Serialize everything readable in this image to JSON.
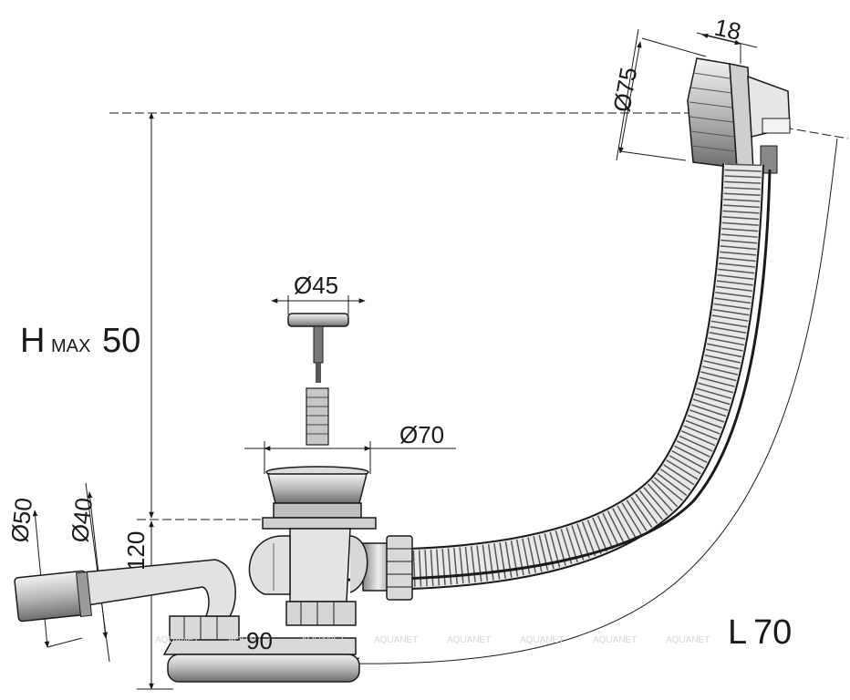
{
  "dimensions": {
    "d75": "Ø75",
    "w18": "18",
    "d45": "Ø45",
    "d70": "Ø70",
    "hmax_h": "H",
    "hmax_max": "MAX",
    "hmax_val": "50",
    "h120": "120",
    "d50": "Ø50",
    "d40": "Ø40",
    "w90": "90",
    "l_l": "L",
    "l_val": "70"
  },
  "watermark": {
    "brand": "AQUANET"
  }
}
